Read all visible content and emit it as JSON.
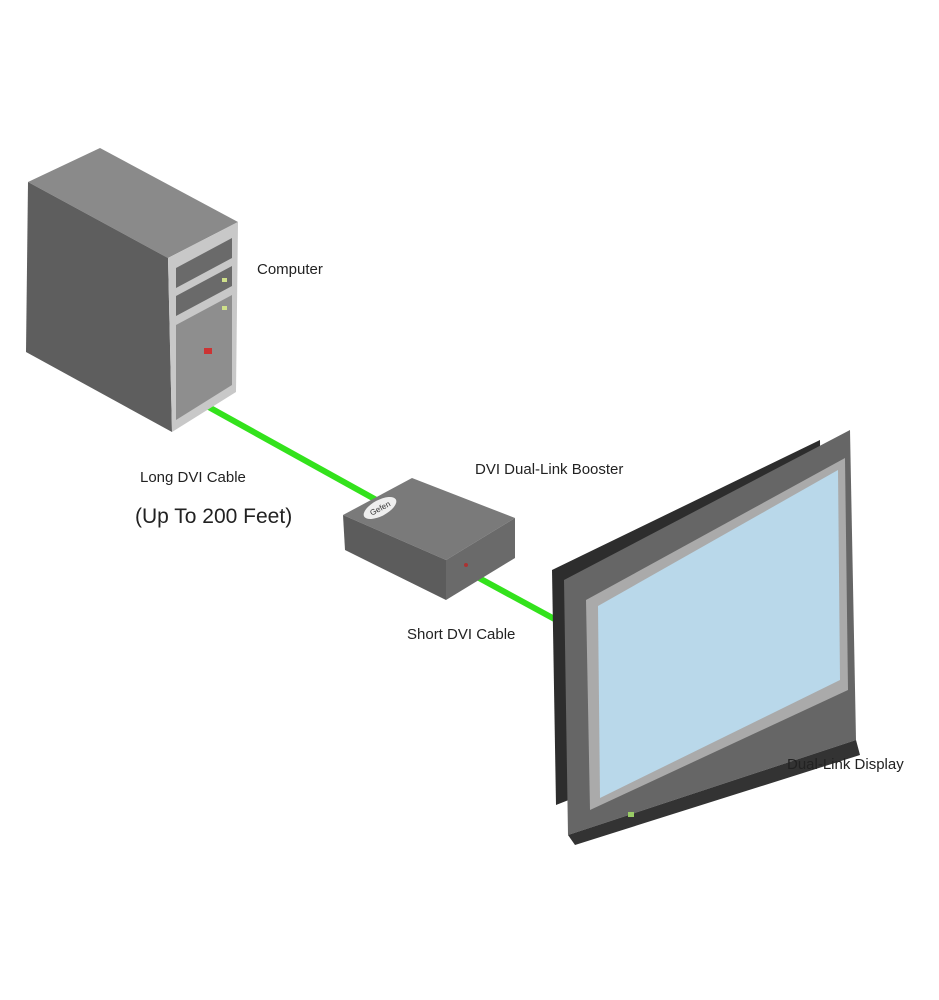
{
  "labels": {
    "computer": "Computer",
    "long_cable": "Long DVI Cable",
    "long_cable_note": "(Up To 200 Feet)",
    "booster": "DVI Dual-Link Booster",
    "short_cable": "Short DVI Cable",
    "display": "Dual-Link Display"
  },
  "logo_text": "Gefen",
  "colors": {
    "cable": "#33e21c",
    "device": "#6b6b6b",
    "screen": "#b9d8ea"
  }
}
